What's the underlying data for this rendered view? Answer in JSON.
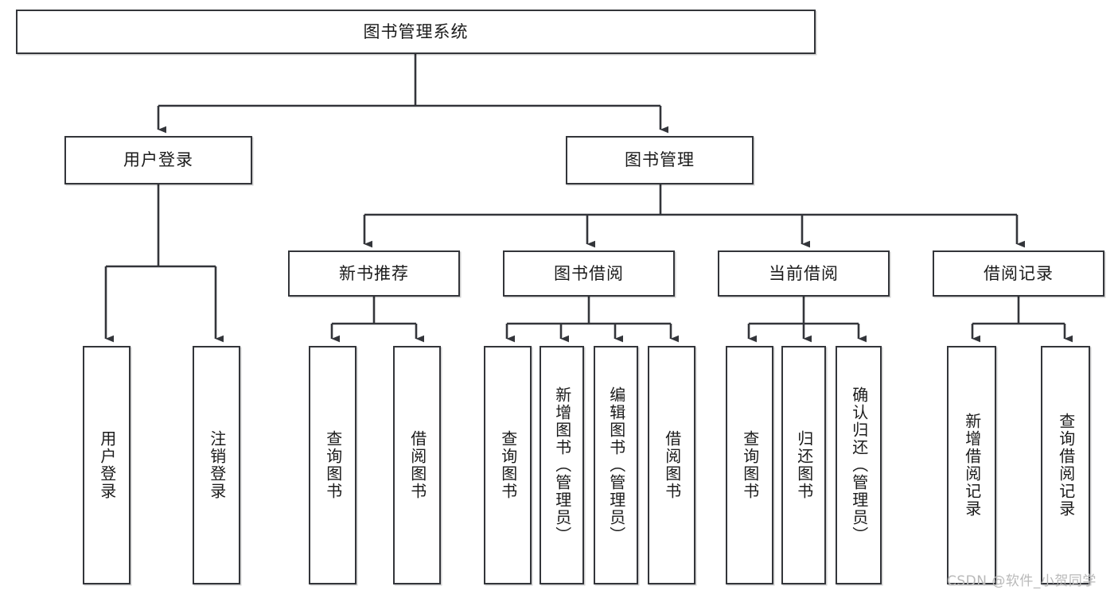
{
  "diagram": {
    "type": "tree-hierarchy",
    "title": "图书管理系统",
    "watermark": "CSDN @软件_小贺同学",
    "colors": {
      "node_border": "#33353a",
      "node_fill": "#ffffff",
      "edge": "#33353a",
      "text": "#1b1b1b",
      "watermark": "#b9b9b9",
      "background": "#ffffff"
    },
    "nodes": {
      "root": {
        "label": "图书管理系统",
        "level": 0
      },
      "level1": [
        {
          "id": "user-login",
          "label": "用户登录"
        },
        {
          "id": "book-management",
          "label": "图书管理"
        }
      ],
      "level2": [
        {
          "id": "new-book-recommend",
          "label": "新书推荐",
          "parent": "book-management"
        },
        {
          "id": "book-borrow",
          "label": "图书借阅",
          "parent": "book-management"
        },
        {
          "id": "current-borrow",
          "label": "当前借阅",
          "parent": "book-management"
        },
        {
          "id": "borrow-record",
          "label": "借阅记录",
          "parent": "book-management"
        }
      ],
      "leaves": [
        {
          "id": "leaf-user-login",
          "label": "用户登录",
          "parent": "user-login"
        },
        {
          "id": "leaf-logout-login",
          "label": "注销登录",
          "parent": "user-login"
        },
        {
          "id": "leaf-query-book-1",
          "label": "查询图书",
          "parent": "new-book-recommend"
        },
        {
          "id": "leaf-borrow-book-1",
          "label": "借阅图书",
          "parent": "new-book-recommend"
        },
        {
          "id": "leaf-query-book-2",
          "label": "查询图书",
          "parent": "book-borrow"
        },
        {
          "id": "leaf-add-book",
          "label": "新增图书（管理员）",
          "parent": "book-borrow"
        },
        {
          "id": "leaf-edit-book",
          "label": "编辑图书（管理员）",
          "parent": "book-borrow"
        },
        {
          "id": "leaf-borrow-book-2",
          "label": "借阅图书",
          "parent": "book-borrow"
        },
        {
          "id": "leaf-query-book-3",
          "label": "查询图书",
          "parent": "current-borrow"
        },
        {
          "id": "leaf-return-book",
          "label": "归还图书",
          "parent": "current-borrow"
        },
        {
          "id": "leaf-confirm-return",
          "label": "确认归还（管理员）",
          "parent": "current-borrow"
        },
        {
          "id": "leaf-add-record",
          "label": "新增借阅记录",
          "parent": "borrow-record"
        },
        {
          "id": "leaf-query-record",
          "label": "查询借阅记录",
          "parent": "borrow-record"
        }
      ]
    }
  }
}
